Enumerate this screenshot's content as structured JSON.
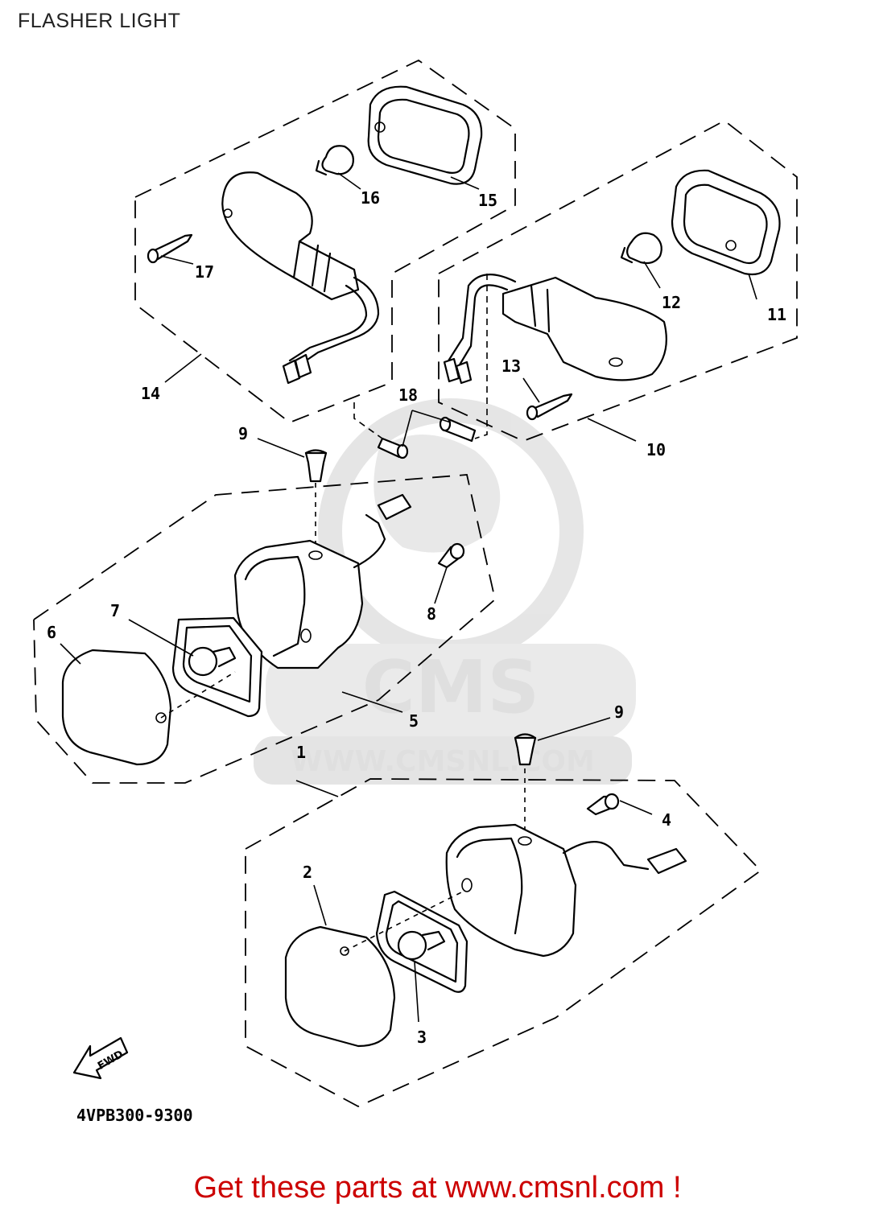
{
  "title": "FLASHER LIGHT",
  "part_code": "4VPB300-9300",
  "fwd_label": "FWD",
  "watermark": {
    "brand": "CMS",
    "url": "WWW.CMSNL.COM"
  },
  "footer": "Get these parts at www.cmsnl.com !",
  "callouts": [
    "1",
    "2",
    "3",
    "4",
    "5",
    "6",
    "7",
    "8",
    "9",
    "9",
    "10",
    "11",
    "12",
    "13",
    "14",
    "15",
    "16",
    "17",
    "18"
  ]
}
